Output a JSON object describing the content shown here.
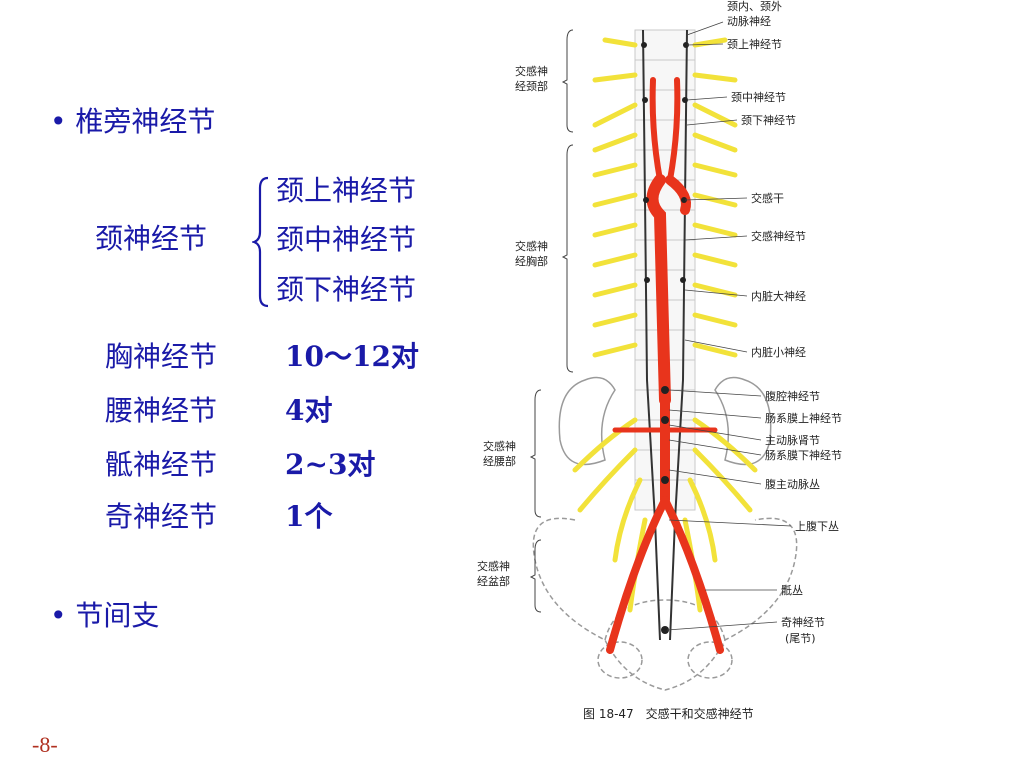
{
  "slide": {
    "bullet1": "椎旁神经节",
    "cervical_label": "颈神经节",
    "cervical_items": [
      "颈上神经节",
      "颈中神经节",
      "颈下神经节"
    ],
    "rows": [
      {
        "name": "胸神经节",
        "count": "10～12对"
      },
      {
        "name": "腰神经节",
        "count": "4对"
      },
      {
        "name": "骶神经节",
        "count": "2~3对"
      },
      {
        "name": "奇神经节",
        "count": "1个"
      }
    ],
    "bullet2": "节间支",
    "page_number": "-8-"
  },
  "figure": {
    "left_labels": {
      "cervical": [
        "交感神",
        "经颈部"
      ],
      "thoracic": [
        "交感神",
        "经胸部"
      ],
      "lumbar": [
        "交感神",
        "经腰部"
      ],
      "pelvic": [
        "交感神",
        "经盆部"
      ]
    },
    "right_labels": {
      "l1": "颈内、颈外",
      "l2": "动脉神经",
      "l3": "颈上神经节",
      "l4": "颈中神经节",
      "l5": "颈下神经节",
      "l6": "交感干",
      "l7": "交感神经节",
      "l8": "内脏大神经",
      "l9": "内脏小神经",
      "l10": "腹腔神经节",
      "l11": "肠系膜上神经节",
      "l12": "主动脉肾节",
      "l13": "肠系膜下神经节",
      "l14": "腹主动脉丛",
      "l15": "上腹下丛",
      "l16": "骶丛",
      "l17": "奇神经节",
      "l18": "(尾节)"
    },
    "caption": "图 18-47　交感干和交感神经节",
    "colors": {
      "nerve": "#f2e23a",
      "artery": "#e8341c",
      "bone": "#c9c9c9",
      "text": "#1a1aa8"
    }
  }
}
